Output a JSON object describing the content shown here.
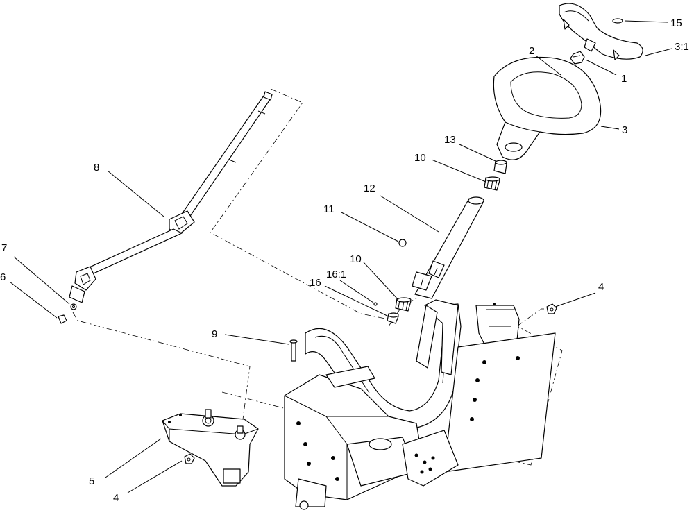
{
  "diagram": {
    "callouts": {
      "c15": "15",
      "c2": "2",
      "c3_1": "3:1",
      "c1": "1",
      "c3": "3",
      "c13": "13",
      "c10_top": "10",
      "c12": "12",
      "c8": "8",
      "c11": "11",
      "c7": "7",
      "c10_mid": "10",
      "c16_1": "16:1",
      "c6": "6",
      "c16": "16",
      "c4_right": "4",
      "c9": "9",
      "c5": "5",
      "c4_bottom": "4"
    }
  }
}
